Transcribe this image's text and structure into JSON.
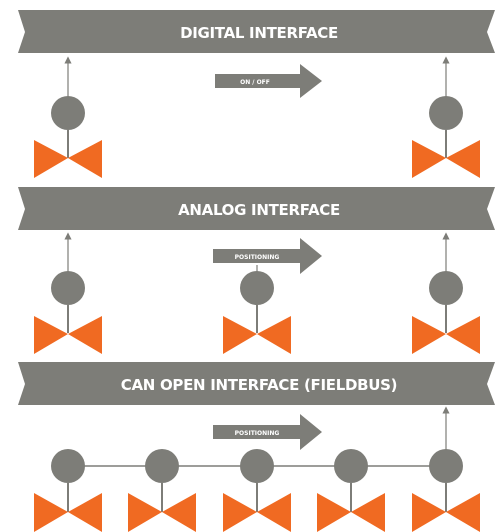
{
  "colors": {
    "banner": "#7d7d78",
    "signal_line": "#7d7d78",
    "valve_actuator": "#7d7d78",
    "valve_body": "#f06a22",
    "text": "#ffffff"
  },
  "sections": [
    {
      "id": "digital",
      "title": "DIGITAL INTERFACE",
      "arrow_label": "ON / OFF",
      "valve_count": 2,
      "bus_line": false
    },
    {
      "id": "analog",
      "title": "ANALOG INTERFACE",
      "arrow_label": "POSITIONING",
      "valve_count": 3,
      "bus_line": false
    },
    {
      "id": "canopen",
      "title": "CAN OPEN INTERFACE (FIELDBUS)",
      "arrow_label": "POSITIONING",
      "valve_count": 5,
      "bus_line": true
    }
  ]
}
